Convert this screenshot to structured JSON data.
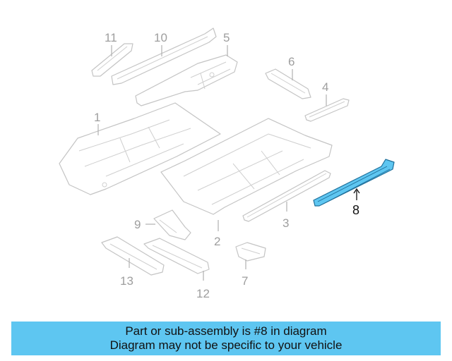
{
  "callouts": {
    "c1": "1",
    "c2": "2",
    "c3": "3",
    "c4": "4",
    "c5": "5",
    "c6": "6",
    "c7": "7",
    "c8": "8",
    "c9": "9",
    "c10": "10",
    "c11": "11",
    "c12": "12",
    "c13": "13"
  },
  "highlight_color": "#5ec6f1",
  "banner": {
    "line1": "Part or sub-assembly is #8 in diagram",
    "line2": "Diagram may not be specific to your vehicle"
  }
}
